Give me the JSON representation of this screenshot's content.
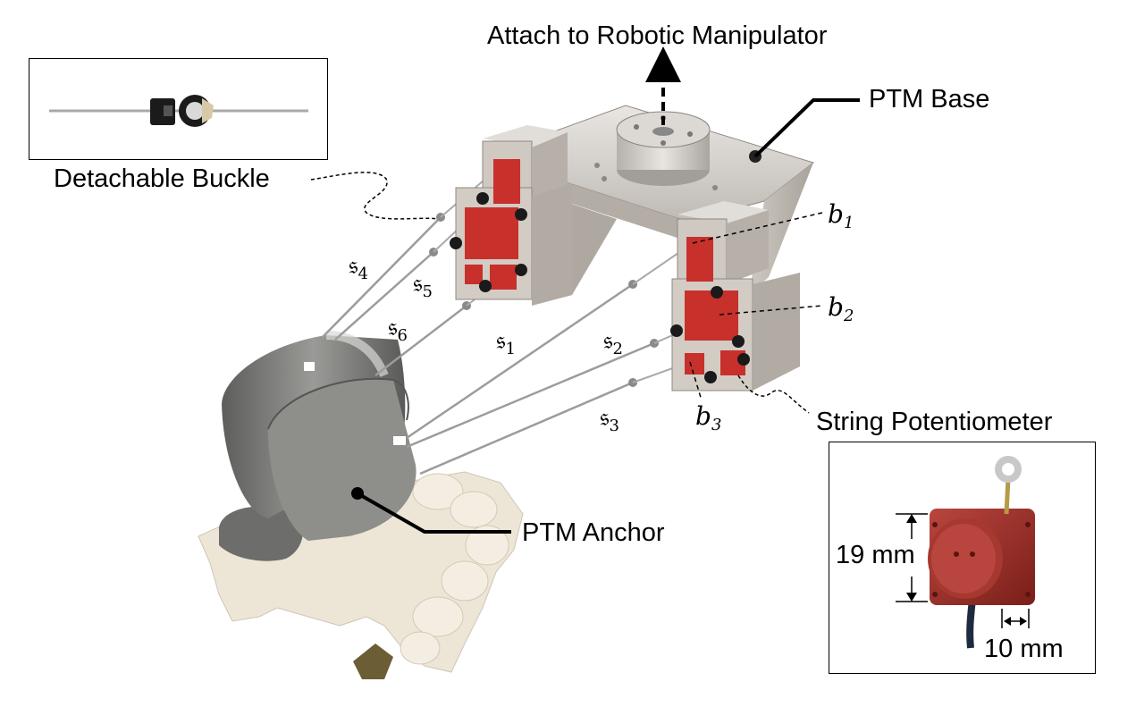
{
  "labels": {
    "attach": "Attach to Robotic Manipulator",
    "base": "PTM Base",
    "buckle": "Detachable Buckle",
    "anchor": "PTM Anchor",
    "potentiometer": "String Potentiometer",
    "dim_height": "19 mm",
    "dim_width": "10 mm"
  },
  "symbols": {
    "s1": {
      "base": "𝔰",
      "sub": "1"
    },
    "s2": {
      "base": "𝔰",
      "sub": "2"
    },
    "s3": {
      "base": "𝔰",
      "sub": "3"
    },
    "s4": {
      "base": "𝔰",
      "sub": "4"
    },
    "s5": {
      "base": "𝔰",
      "sub": "5"
    },
    "s6": {
      "base": "𝔰",
      "sub": "6"
    },
    "b1": {
      "base": "b",
      "sub": "1"
    },
    "b2": {
      "base": "b",
      "sub": "2"
    },
    "b3": {
      "base": "b",
      "sub": "3"
    }
  },
  "colors": {
    "base_body": "#d8d4cf",
    "sensor_red": "#c8302c",
    "anchor_metal": "#7a7a78",
    "teeth": "#ede6d6"
  }
}
